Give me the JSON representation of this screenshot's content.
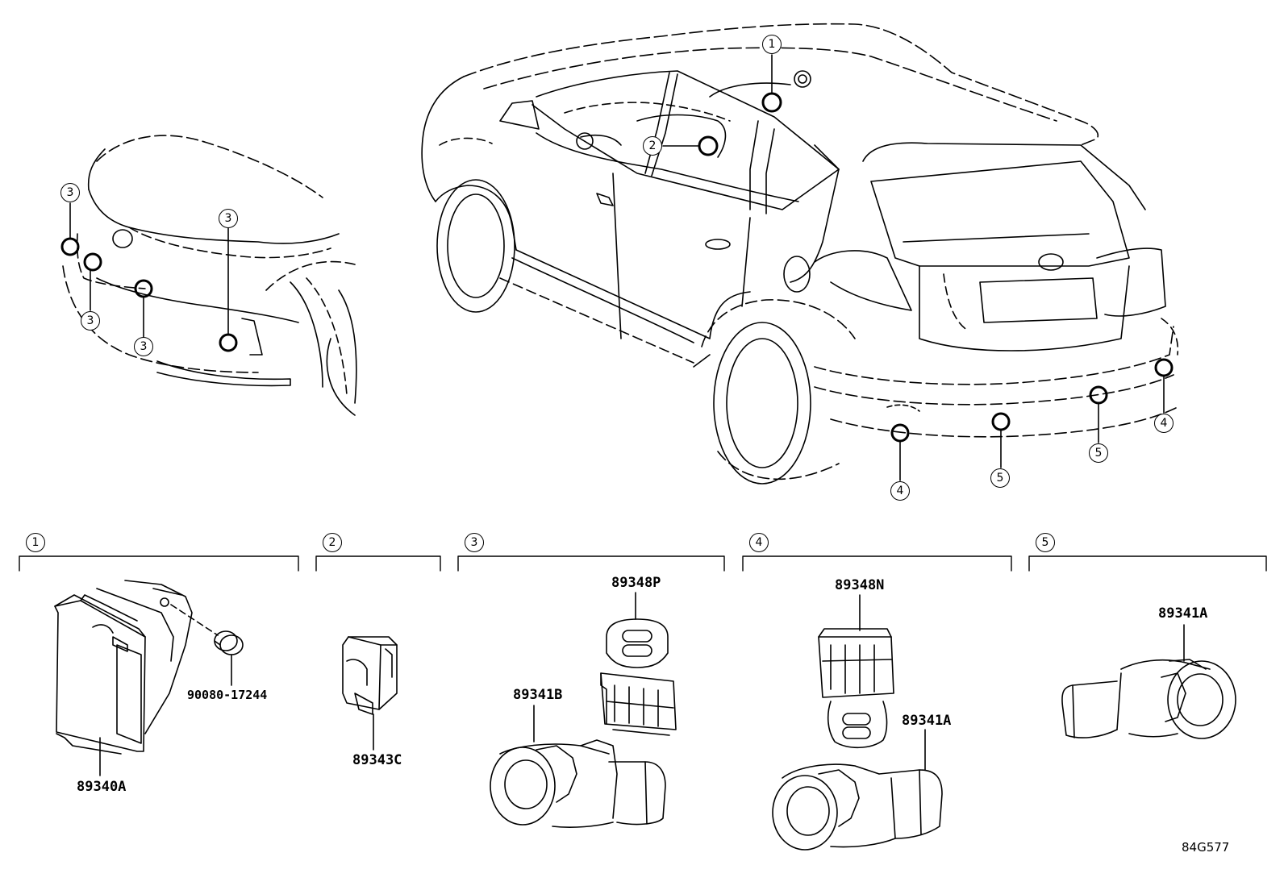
{
  "callouts": {
    "c1": "1",
    "c2": "2",
    "c3": "3",
    "c4": "4",
    "c5": "5"
  },
  "sections": [
    {
      "index": "1",
      "parts": [
        "89340A",
        "90080-17244"
      ]
    },
    {
      "index": "2",
      "parts": [
        "89343C"
      ]
    },
    {
      "index": "3",
      "parts": [
        "89348P",
        "89341B"
      ]
    },
    {
      "index": "4",
      "parts": [
        "89348N",
        "89341A"
      ]
    },
    {
      "index": "5",
      "parts": [
        "89341A"
      ]
    }
  ],
  "diagram_code": "84G577"
}
